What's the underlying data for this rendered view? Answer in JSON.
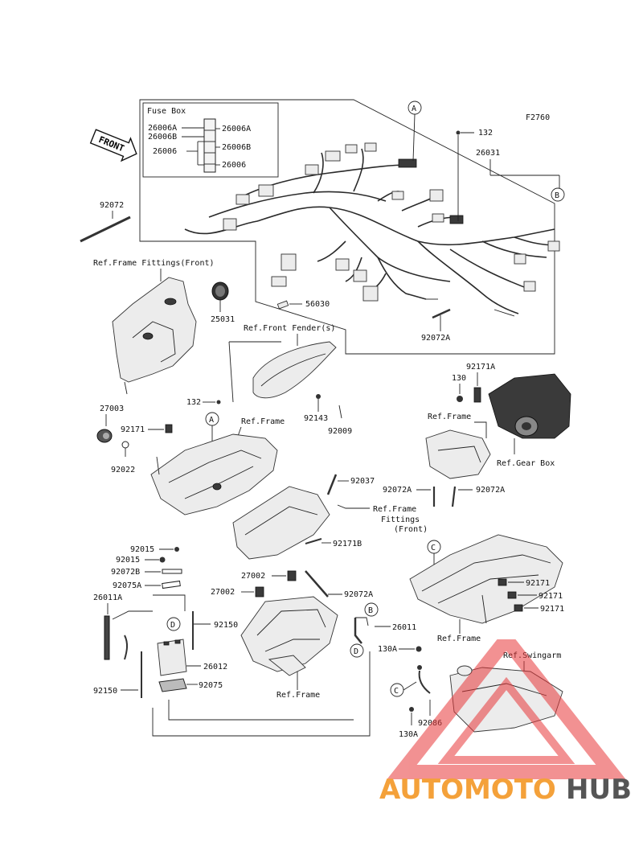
{
  "diagram": {
    "figure_code": "F2760",
    "front_arrow": "FRONT",
    "fuse_box": {
      "title": "Fuse Box",
      "left_labels": [
        "26006A",
        "26006B",
        "26006"
      ],
      "right_labels": [
        "26006A",
        "26006B",
        "26006"
      ]
    },
    "part_labels": {
      "p132_top": "132",
      "p26031": "26031",
      "p92072": "92072",
      "ref_frame_fittings_front": "Ref.Frame Fittings(Front)",
      "p25031": "25031",
      "p56030": "56030",
      "p92072A_top": "92072A",
      "ref_front_fender": "Ref.Front Fender(s)",
      "p132_mid": "132",
      "p27003": "27003",
      "p92171": "92171",
      "p92022": "92022",
      "ref_frame_mid": "Ref.Frame",
      "p92143": "92143",
      "p92009": "92009",
      "p130": "130",
      "p92171A": "92171A",
      "ref_frame_right": "Ref.Frame",
      "ref_gear_box": "Ref.Gear Box",
      "p92072A_r1": "92072A",
      "p92072A_r2": "92072A",
      "p92037": "92037",
      "ref_frame_fittings_2a": "Ref.Frame",
      "ref_frame_fittings_2b": "Fittings",
      "ref_frame_fittings_2c": "(Front)",
      "p92171B": "92171B",
      "p92015_a": "92015",
      "p92015_b": "92015",
      "p92072B": "92072B",
      "p92075A": "92075A",
      "p26011A": "26011A",
      "p92150_a": "92150",
      "p26012": "26012",
      "p92075": "92075",
      "p92150_b": "92150",
      "p27002_a": "27002",
      "p27002_b": "27002",
      "p92072A_mid": "92072A",
      "p26011": "26011",
      "ref_frame_bottom": "Ref.Frame",
      "p92171_r1": "92171",
      "p92171_r2": "92171",
      "p92171_r3": "92171",
      "ref_frame_br": "Ref.Frame",
      "p130A_a": "130A",
      "ref_swingarm": "Ref.Swingarm",
      "p92086": "92086",
      "p130A_b": "130A"
    },
    "callouts": {
      "A1": "A",
      "B1": "B",
      "A2": "A",
      "C1": "C",
      "D1": "D",
      "B2": "B",
      "D2": "D",
      "C2": "C"
    }
  },
  "watermark": {
    "brand_part1": "AUTOMOTO",
    "brand_part2": "HUB",
    "color_primary": "#f4a13a",
    "color_secondary": "#555555",
    "triangle_color": "#e8383a"
  }
}
